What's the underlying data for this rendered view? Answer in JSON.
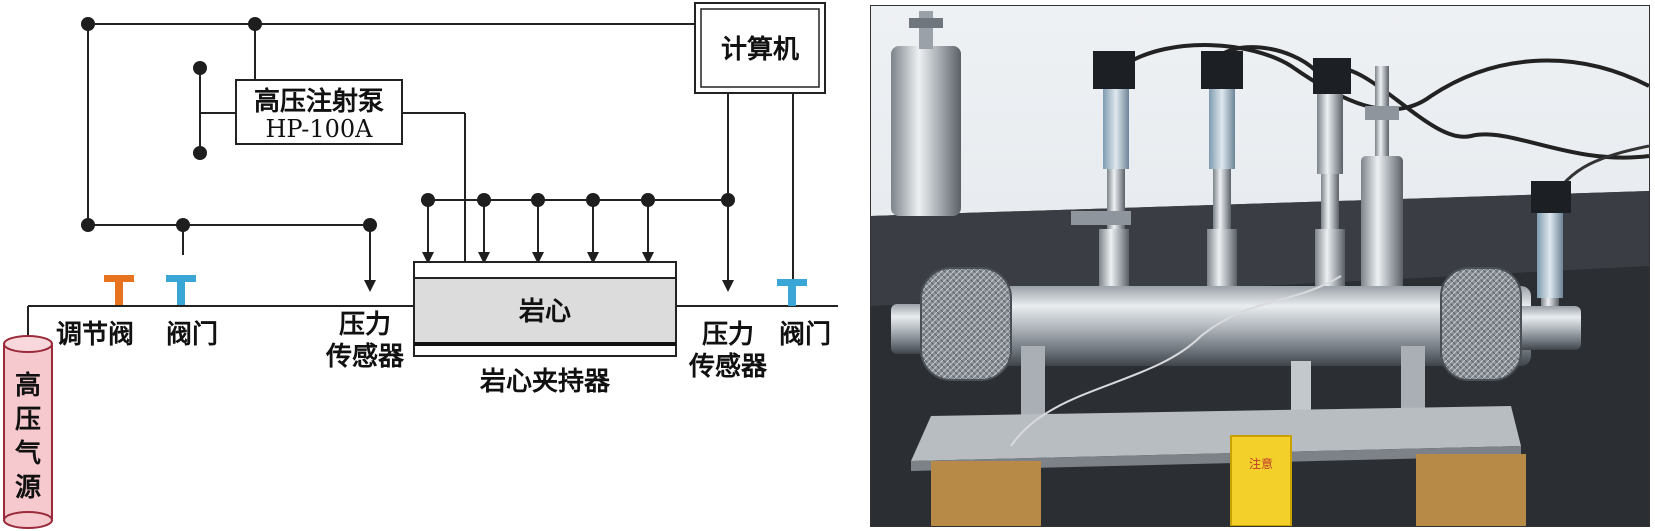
{
  "diagram": {
    "computer": "计算机",
    "pump_name": "高压注射泵",
    "pump_model": "HP-100A",
    "core": "岩心",
    "core_holder": "岩心夹持器",
    "regulating_valve": "调节阀",
    "valve_left": "阀门",
    "valve_right": "阀门",
    "sensor_left": [
      "压力",
      "传感器"
    ],
    "sensor_right": [
      "压力",
      "传感器"
    ],
    "gas_source": [
      "高",
      "压",
      "气",
      "源"
    ],
    "colors": {
      "regulating_valve": "#e8731f",
      "valve": "#3aa6d6",
      "gas_cylinder": "#f6c9cf",
      "line": "#222222"
    }
  },
  "photo": {
    "sign_text": "注意"
  }
}
